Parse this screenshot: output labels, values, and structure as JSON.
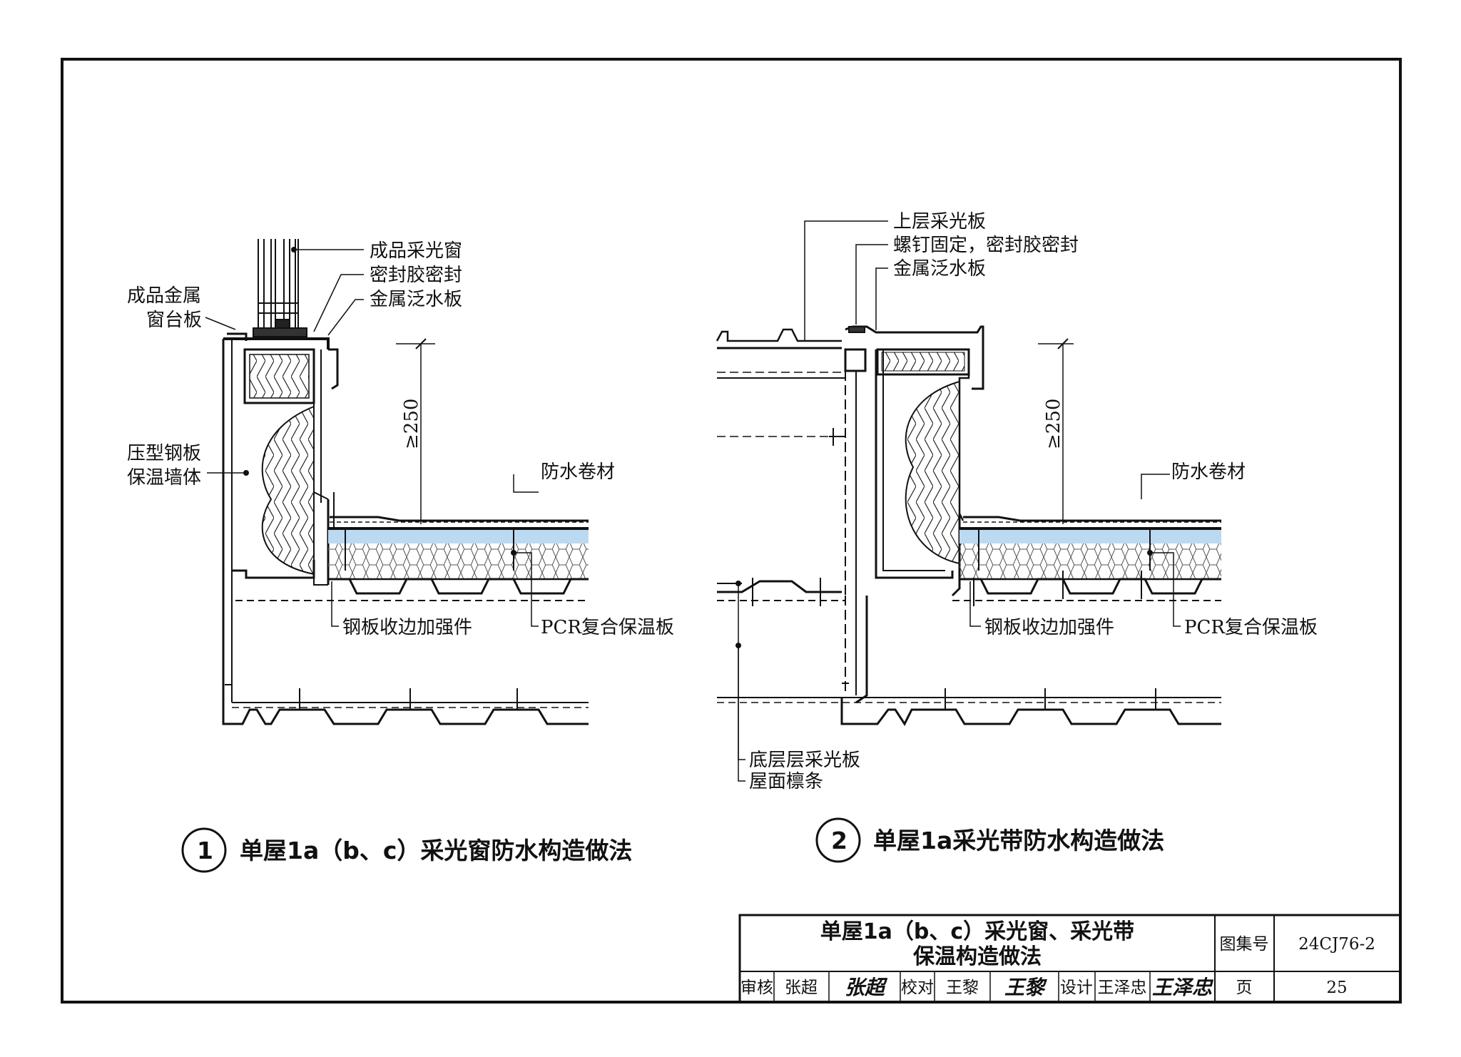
{
  "detail1": {
    "labels": {
      "window": "成品采光窗",
      "sealant": "密封胶密封",
      "flashing": "金属泛水板",
      "sill_line1": "成品金属",
      "sill_line2": "窗台板",
      "wall_line1": "压型钢板",
      "wall_line2": "保温墙体",
      "membrane": "防水卷材",
      "stiffener": "钢板收边加强件",
      "pcr": "PCR复合保温板",
      "dim": "≥250"
    },
    "caption_number": "1",
    "caption": "单屋1a（b、c）采光窗防水构造做法"
  },
  "detail2": {
    "labels": {
      "upper_panel": "上层采光板",
      "screw": "螺钉固定，密封胶密封",
      "flashing": "金属泛水板",
      "membrane": "防水卷材",
      "stiffener": "钢板收边加强件",
      "pcr": "PCR复合保温板",
      "bottom_panel": "底层层采光板",
      "purlin": "屋面檩条",
      "dim": "≥250"
    },
    "caption_number": "2",
    "caption": "单屋1a采光带防水构造做法"
  },
  "title_block": {
    "title_line1": "单屋1a（b、c）采光窗、采光带",
    "title_line2": "保温构造做法",
    "atlas_label": "图集号",
    "atlas_no": "24CJ76-2",
    "review_label": "审核",
    "reviewer": "张超",
    "reviewer_sig": "张超",
    "check_label": "校对",
    "checker": "王黎",
    "checker_sig": "王黎",
    "design_label": "设计",
    "designer": "王泽忠",
    "designer_sig": "王泽忠",
    "page_label": "页",
    "page_no": "25"
  }
}
